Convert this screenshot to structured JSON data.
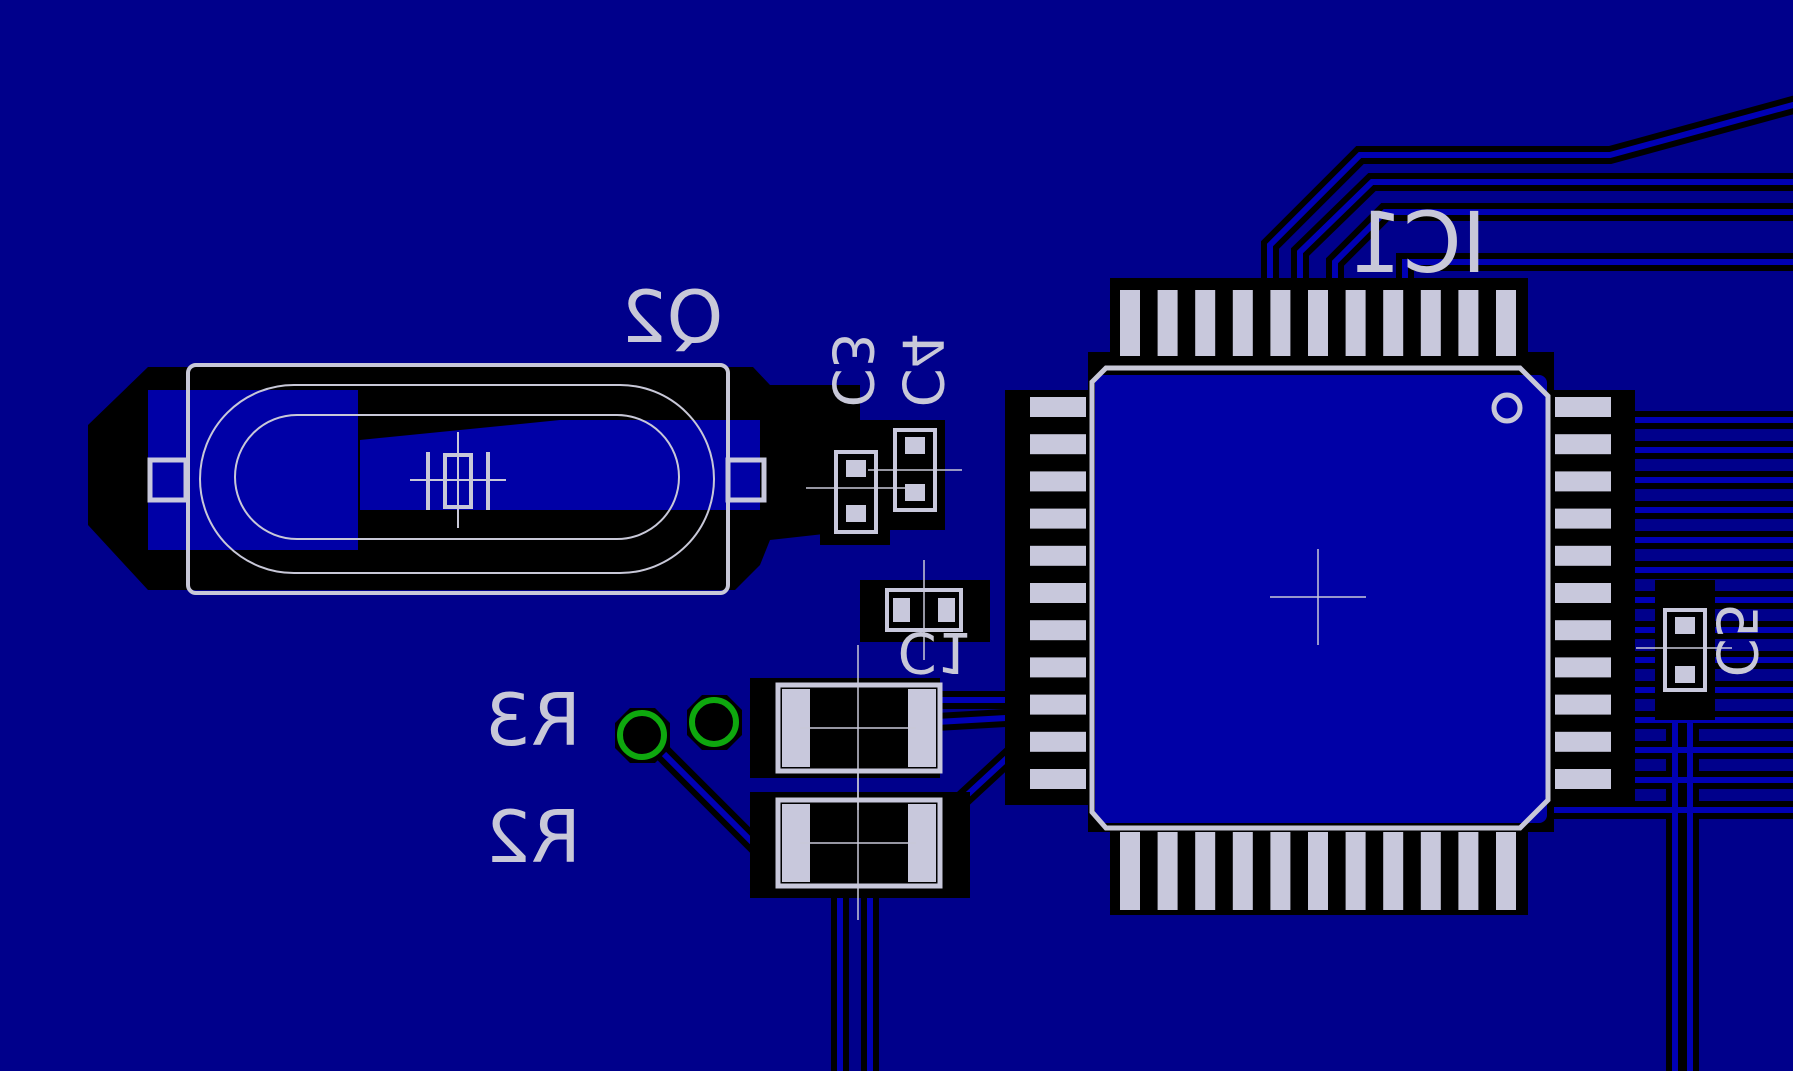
{
  "colors": {
    "background": "#00008b",
    "copper_pour": "#0000a6",
    "clearance": "#000000",
    "pad": "#c8c8dc",
    "silkscreen": "#c8c8d8",
    "via_ring": "#0ea80e"
  },
  "labels": {
    "ic1": "IC1",
    "q2": "Q2",
    "c3": "C3",
    "c4": "C4",
    "c1": "C1",
    "c5": "C5",
    "r3": "R3",
    "r2": "R2"
  },
  "icons": {
    "crystal": "crystal-symbol-icon",
    "pin1": "pin1-dot-icon",
    "center": "center-cross-icon",
    "via": "via-icon"
  }
}
